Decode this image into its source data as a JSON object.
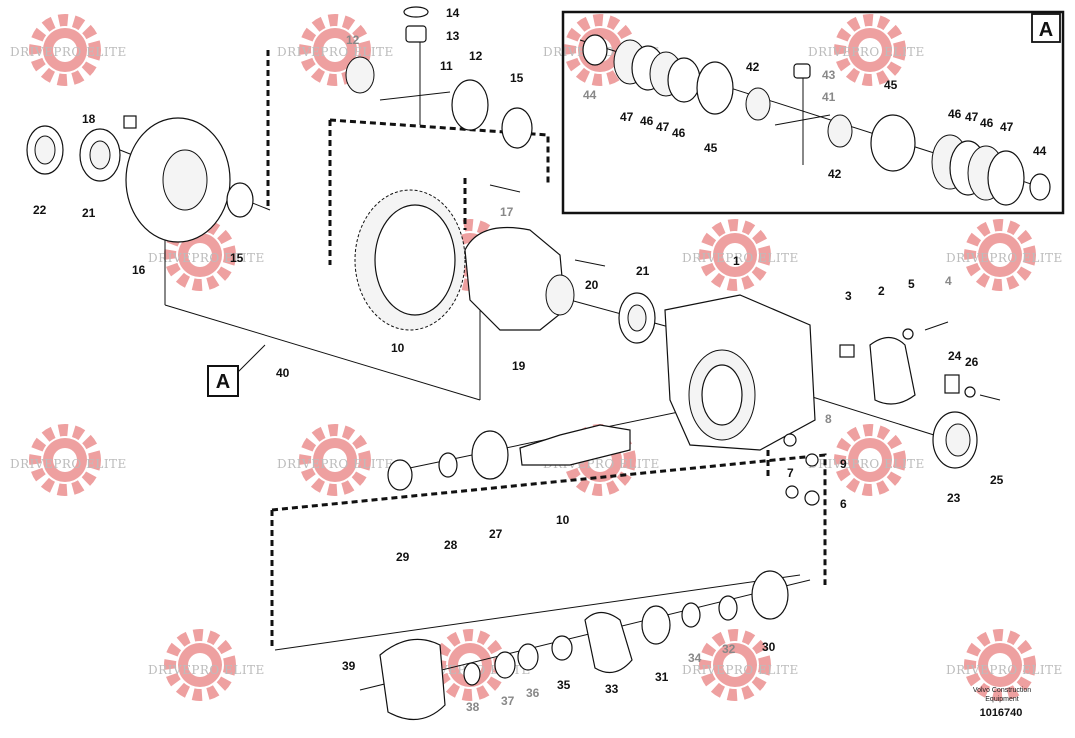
{
  "watermark": {
    "text": "DRIVEPRO ELITE",
    "color": "#e07070"
  },
  "inset": {
    "label": "A"
  },
  "callouts": {
    "c1": "1",
    "c2": "2",
    "c3": "3",
    "c4": "4",
    "c5": "5",
    "c6": "6",
    "c7": "7",
    "c8": "8",
    "c9": "9",
    "c10a": "10",
    "c10b": "10",
    "c11": "11",
    "c12a": "12",
    "c12b": "12",
    "c13": "13",
    "c14": "14",
    "c15a": "15",
    "c15b": "15",
    "c16": "16",
    "c17": "17",
    "c18": "18",
    "c19": "19",
    "c20": "20",
    "c21a": "21",
    "c21b": "21",
    "c22": "22",
    "c23": "23",
    "c24": "24",
    "c25": "25",
    "c26": "26",
    "c27": "27",
    "c28": "28",
    "c29": "29",
    "c30": "30",
    "c31": "31",
    "c32": "32",
    "c33": "33",
    "c34": "34",
    "c35": "35",
    "c36": "36",
    "c37": "37",
    "c38": "38",
    "c39": "39",
    "c40": "40",
    "c41": "41",
    "c42a": "42",
    "c42b": "42",
    "c43": "43",
    "c44a": "44",
    "c44b": "44",
    "c45a": "45",
    "c45b": "45",
    "c46a": "46",
    "c46b": "46",
    "c46c": "46",
    "c46d": "46",
    "c47a": "47",
    "c47b": "47",
    "c47c": "47",
    "c47d": "47",
    "cA": "A"
  },
  "credit": {
    "line1": "Volvo Construction",
    "line2": "Equipment",
    "code": "1016740"
  }
}
